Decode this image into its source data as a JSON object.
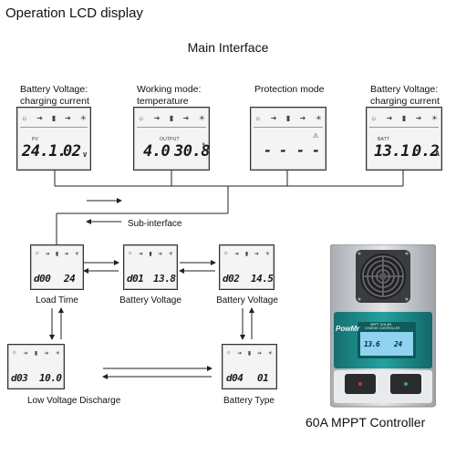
{
  "header": {
    "title": "Operation LCD display",
    "main_title": "Main Interface",
    "sub_label": "Sub-interface",
    "product_caption": "60A MPPT Controller"
  },
  "main_panels": [
    {
      "caption_1": "Battery Voltage:",
      "caption_2": "charging current",
      "small": "PV",
      "left": "24.1.",
      "right": "02",
      "unit": "V"
    },
    {
      "caption_1": "Working mode:",
      "caption_2": "temperature",
      "small": "OUTPUT",
      "left": "4.0",
      "right": "30.8",
      "unit": "°"
    },
    {
      "caption_1": "Protection mode",
      "caption_2": "",
      "small": "",
      "left": "- -",
      "right": "- -",
      "unit": ""
    },
    {
      "caption_1": "Battery Voltage:",
      "caption_2": "charging current",
      "small": "BATT",
      "left": "13.1.",
      "right": "0.2",
      "unit": "A"
    }
  ],
  "sub_panels": [
    {
      "caption": "Load Time",
      "left": "d00",
      "right": "24"
    },
    {
      "caption": "Battery Voltage",
      "left": "d01",
      "right": "13.8"
    },
    {
      "caption": "Battery Voltage",
      "left": "d02",
      "right": "14.5"
    },
    {
      "caption": "Low Voltage Discharge",
      "left": "d03",
      "right": "10.0"
    },
    {
      "caption": "Battery Type",
      "left": "d04",
      "right": "01"
    }
  ],
  "device": {
    "brand": "PowMr",
    "panel_title": "MPPT SOLAR",
    "panel_subtitle": "CHARGE CONTROLLER",
    "screen_left": "13.6",
    "screen_right": "24",
    "body_color": "#c8cbcf",
    "panel_color": "#1d8a8a"
  }
}
